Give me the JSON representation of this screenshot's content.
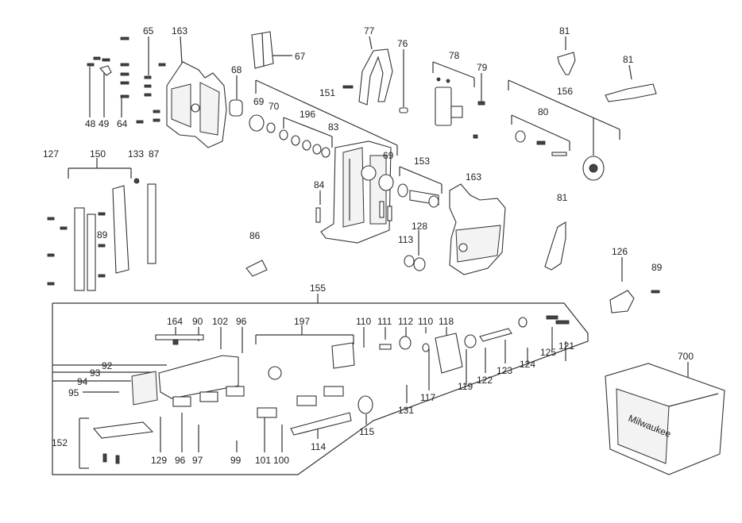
{
  "diagram": {
    "part_labels": [
      {
        "text": "65"
      },
      {
        "text": "163"
      },
      {
        "text": "67"
      },
      {
        "text": "77"
      },
      {
        "text": "76"
      },
      {
        "text": "81"
      },
      {
        "text": "78"
      },
      {
        "text": "79"
      },
      {
        "text": "81"
      },
      {
        "text": "68"
      },
      {
        "text": "151"
      },
      {
        "text": "156"
      },
      {
        "text": "69"
      },
      {
        "text": "70"
      },
      {
        "text": "196"
      },
      {
        "text": "83"
      },
      {
        "text": "80"
      },
      {
        "text": "48"
      },
      {
        "text": "49"
      },
      {
        "text": "64"
      },
      {
        "text": "127"
      },
      {
        "text": "150"
      },
      {
        "text": "133"
      },
      {
        "text": "87"
      },
      {
        "text": "69"
      },
      {
        "text": "153"
      },
      {
        "text": "163"
      },
      {
        "text": "84"
      },
      {
        "text": "89"
      },
      {
        "text": "81"
      },
      {
        "text": "128"
      },
      {
        "text": "86"
      },
      {
        "text": "113"
      },
      {
        "text": "126"
      },
      {
        "text": "89"
      },
      {
        "text": "155"
      },
      {
        "text": "164"
      },
      {
        "text": "90"
      },
      {
        "text": "102"
      },
      {
        "text": "96"
      },
      {
        "text": "197"
      },
      {
        "text": "110"
      },
      {
        "text": "111"
      },
      {
        "text": "112"
      },
      {
        "text": "110"
      },
      {
        "text": "118"
      },
      {
        "text": "125"
      },
      {
        "text": "121"
      },
      {
        "text": "92"
      },
      {
        "text": "93"
      },
      {
        "text": "94"
      },
      {
        "text": "95"
      },
      {
        "text": "124"
      },
      {
        "text": "123"
      },
      {
        "text": "122"
      },
      {
        "text": "119"
      },
      {
        "text": "117"
      },
      {
        "text": "131"
      },
      {
        "text": "115"
      },
      {
        "text": "152"
      },
      {
        "text": "129"
      },
      {
        "text": "96"
      },
      {
        "text": "97"
      },
      {
        "text": "99"
      },
      {
        "text": "101"
      },
      {
        "text": "100"
      },
      {
        "text": "114"
      },
      {
        "text": "700"
      }
    ],
    "case_brand": "Milwaukee"
  }
}
